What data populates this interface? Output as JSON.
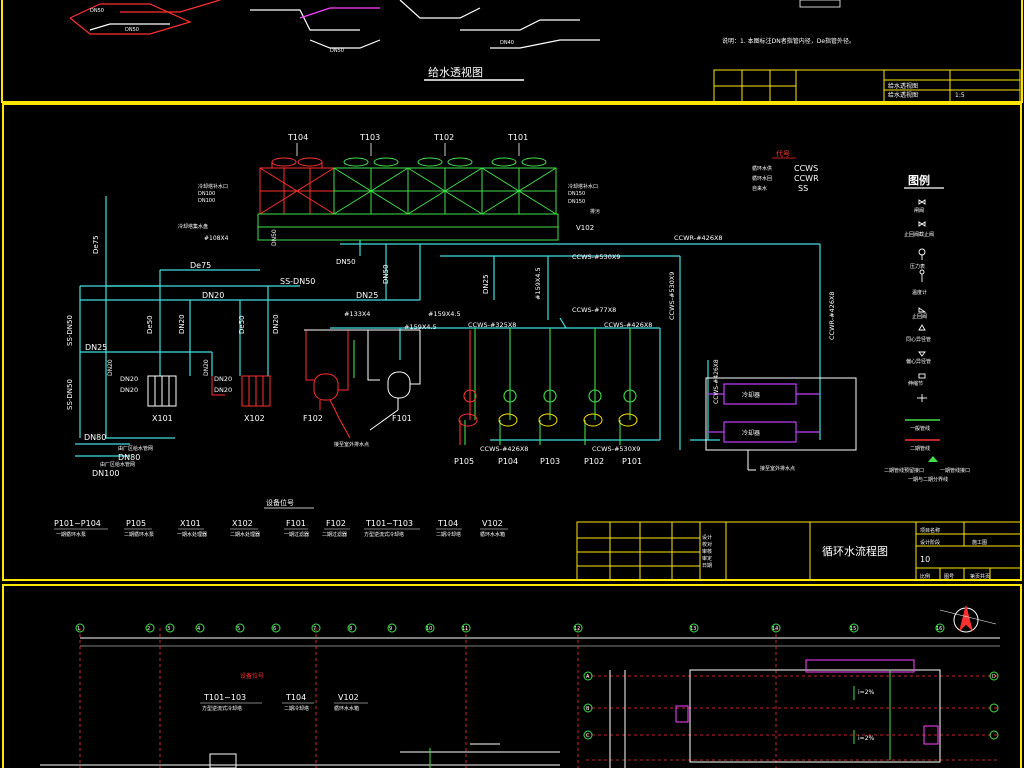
{
  "top_panel": {
    "title": "给水透视图",
    "note": "说明：1. 本图标注DN者指管内径，De指管外径。",
    "titleblock": [
      "给水透视图",
      "给水透视图",
      "1:5"
    ]
  },
  "main_panel": {
    "towers": [
      "T104",
      "T103",
      "T102",
      "T101"
    ],
    "tower_notes": [
      "冷却塔补水口",
      "DN100",
      "DN100"
    ],
    "tower_notes_right": [
      "冷却塔补水口",
      "DN150",
      "DN150",
      "排污"
    ],
    "basin_note": "冷却塔集水盘",
    "v102": "V102",
    "pipe_labels": {
      "ccwr_top": "CCWR-#426X8",
      "ccws_top": "CCWS-#530X9",
      "de75_v": "De75",
      "de75_h": "De75",
      "ss_dn50": "SS-DN50",
      "dn20_a": "DN20",
      "dn25_a": "DN25",
      "dn50_a": "DN50",
      "dn50_b": "DN50",
      "dn50_c": "DN50",
      "dn25_v": "DN25",
      "p159_v": "#159X4.5",
      "p108": "#108X4",
      "p159_h": "#159X4.5",
      "p133": "#133X4",
      "ccws_325": "CCWS-#325X8",
      "ccws_77": "CCWS-#77X8",
      "ccws_426": "CCWS-#426X8",
      "ccws_530_v": "CCWS-#530X9",
      "ccwr_426_v": "CCWR-#426X8",
      "ccws_bottom_a": "CCWS-#426X8",
      "ccws_bottom_b": "CCWS-#530X9",
      "ss_dn50_v": "SS-DN50",
      "dn25_left": "DN25",
      "dn80": "DN80",
      "dn80_b": "DN80",
      "dn100": "DN100",
      "dn20_b": "DN20",
      "dn20_c": "DN20",
      "de50": "De50",
      "dn20_v": "DN20",
      "de50_v": "De50",
      "dn20_v2": "DN20",
      "dn20_d": "DN20",
      "dn20_e": "DN20",
      "dn20_f": "DN20",
      "supply_note": "由厂区给水管网",
      "supply_note2": "由厂区给水管网",
      "filter_note": "接至室外排水点",
      "cooler_note": "接至室外排水点"
    },
    "equipment_tags": [
      "X101",
      "X102",
      "F102",
      "F101",
      "P105",
      "P104",
      "P103",
      "P102",
      "P101"
    ],
    "legend_codes": {
      "header": "代号",
      "rows": [
        {
          "name": "循环水供",
          "code": "CCWS"
        },
        {
          "name": "循环水回",
          "code": "CCWR"
        },
        {
          "name": "自来水",
          "code": "SS"
        }
      ]
    },
    "legend": {
      "title": "图例",
      "items": [
        "闸阀",
        "止回阀截止阀",
        "压力表",
        "温度计",
        "止回阀",
        "同心异径管",
        "偏心异径管",
        "伸缩节",
        "一般管线",
        "二期管线"
      ],
      "footnote": [
        "二期管线预留接口",
        "一期管线接口",
        "一期与二期分界线"
      ]
    },
    "cooler_boxes": [
      "冷却器",
      "冷却器"
    ],
    "equipment_table": {
      "title": "设备位号",
      "codes": [
        "P101~P104",
        "P105",
        "X101",
        "X102",
        "F101",
        "F102",
        "T101~T103",
        "T104",
        "V102"
      ],
      "names": [
        "一期循环水泵",
        "二期循环水泵",
        "一期水处理器",
        "二期水处理器",
        "一期过滤器",
        "二期过滤器",
        "方型逆流式冷却塔",
        "二期冷却塔",
        "循环水水箱"
      ]
    },
    "titleblock": {
      "title": "循环水流程图",
      "left_rows": [
        "设计",
        "校对",
        "审核",
        "审定",
        "日期"
      ],
      "right_rows": [
        "项目名称",
        "设计阶段",
        "施工图"
      ],
      "number": "10",
      "bottom": [
        "比例",
        "图号",
        "第页共页"
      ]
    }
  },
  "bottom_panel": {
    "axis_labels": [
      "1",
      "2",
      "3",
      "4",
      "5",
      "6",
      "7",
      "8",
      "9",
      "10",
      "11",
      "12",
      "13",
      "14",
      "15",
      "16"
    ],
    "equipment_title": "设备位号",
    "equipment_codes": [
      "T101~103",
      "T104",
      "V102"
    ],
    "equipment_names": [
      "方型逆流式冷却塔",
      "二期冷却塔",
      "循环水水箱"
    ],
    "slope_labels": [
      "i=2%",
      "i=2%"
    ],
    "row_labels": [
      "A",
      "B",
      "C",
      "D"
    ]
  }
}
